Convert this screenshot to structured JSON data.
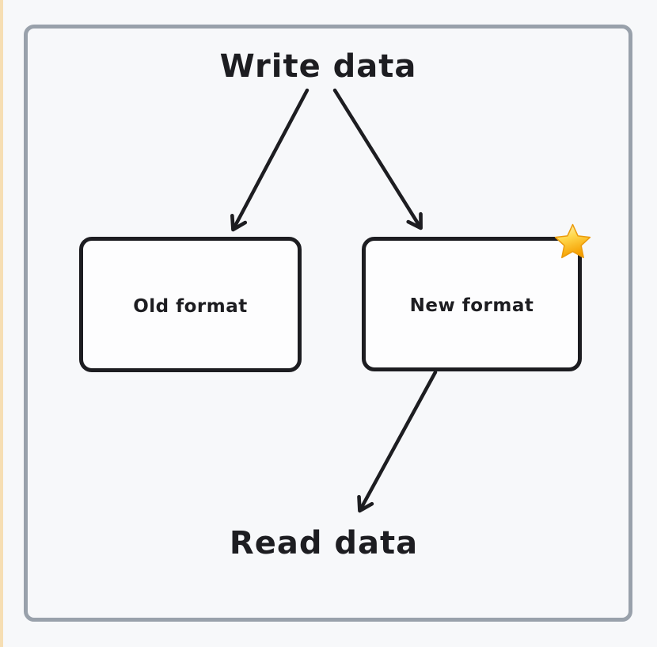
{
  "diagram": {
    "title_top": "Write data",
    "title_bottom": "Read data",
    "nodes": [
      {
        "id": "old-format",
        "label": "Old format"
      },
      {
        "id": "new-format",
        "label": "New format",
        "badge": "star"
      }
    ],
    "edges": [
      {
        "from": "write-data",
        "to": "old-format"
      },
      {
        "from": "write-data",
        "to": "new-format"
      },
      {
        "from": "new-format",
        "to": "read-data"
      }
    ],
    "colors": {
      "background": "#f7f8fa",
      "ink": "#1d1d21",
      "frame_border": "#99a1ab",
      "node_fill": "#fdfdfe",
      "left_edge_strip": "#f6deb3",
      "star_gold": "#f9a825"
    }
  }
}
